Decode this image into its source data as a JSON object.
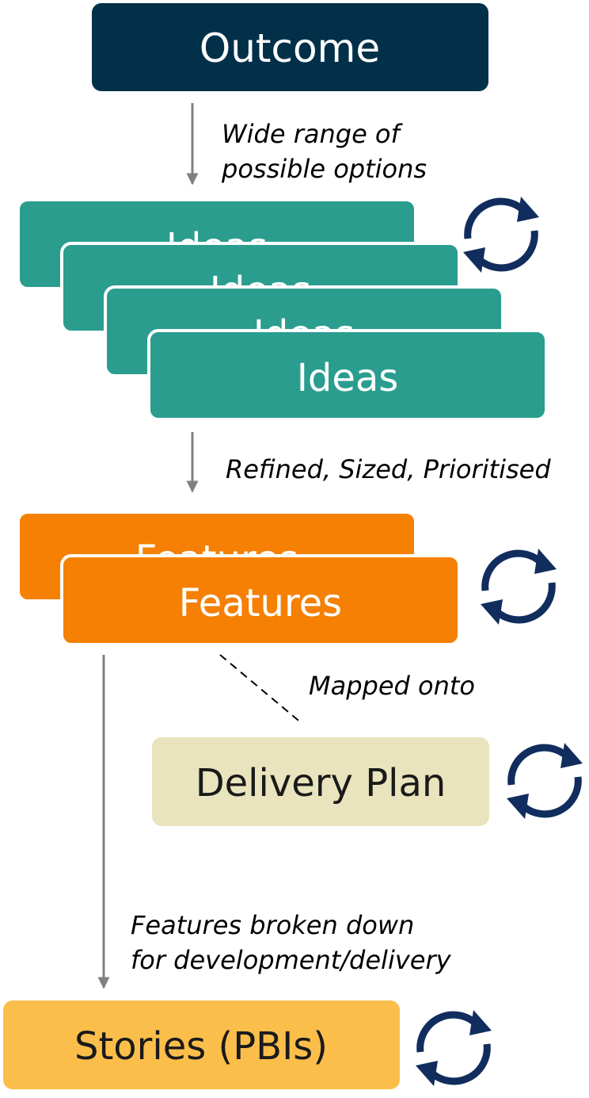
{
  "nodes": {
    "outcome": "Outcome",
    "ideas": [
      "Ideas",
      "Ideas",
      "Ideas",
      "Ideas"
    ],
    "features": [
      "Features",
      "Features"
    ],
    "delivery_plan": "Delivery Plan",
    "stories": "Stories (PBIs)"
  },
  "annotations": {
    "outcome_to_ideas": [
      "Wide range of",
      "possible options"
    ],
    "ideas_to_features": "Refined, Sized, Prioritised",
    "features_to_plan": "Mapped onto",
    "features_to_stories": [
      "Features broken down",
      "for development/delivery"
    ]
  },
  "colors": {
    "outcome": "#033049",
    "ideas": "#2a9d8f",
    "features": "#f58003",
    "delivery_plan": "#e9e4bd",
    "stories": "#fcbe4a",
    "cycle_icon": "#112d5e",
    "arrow": "#808080"
  },
  "icons": [
    "cycle-icon",
    "cycle-icon",
    "cycle-icon",
    "cycle-icon"
  ]
}
